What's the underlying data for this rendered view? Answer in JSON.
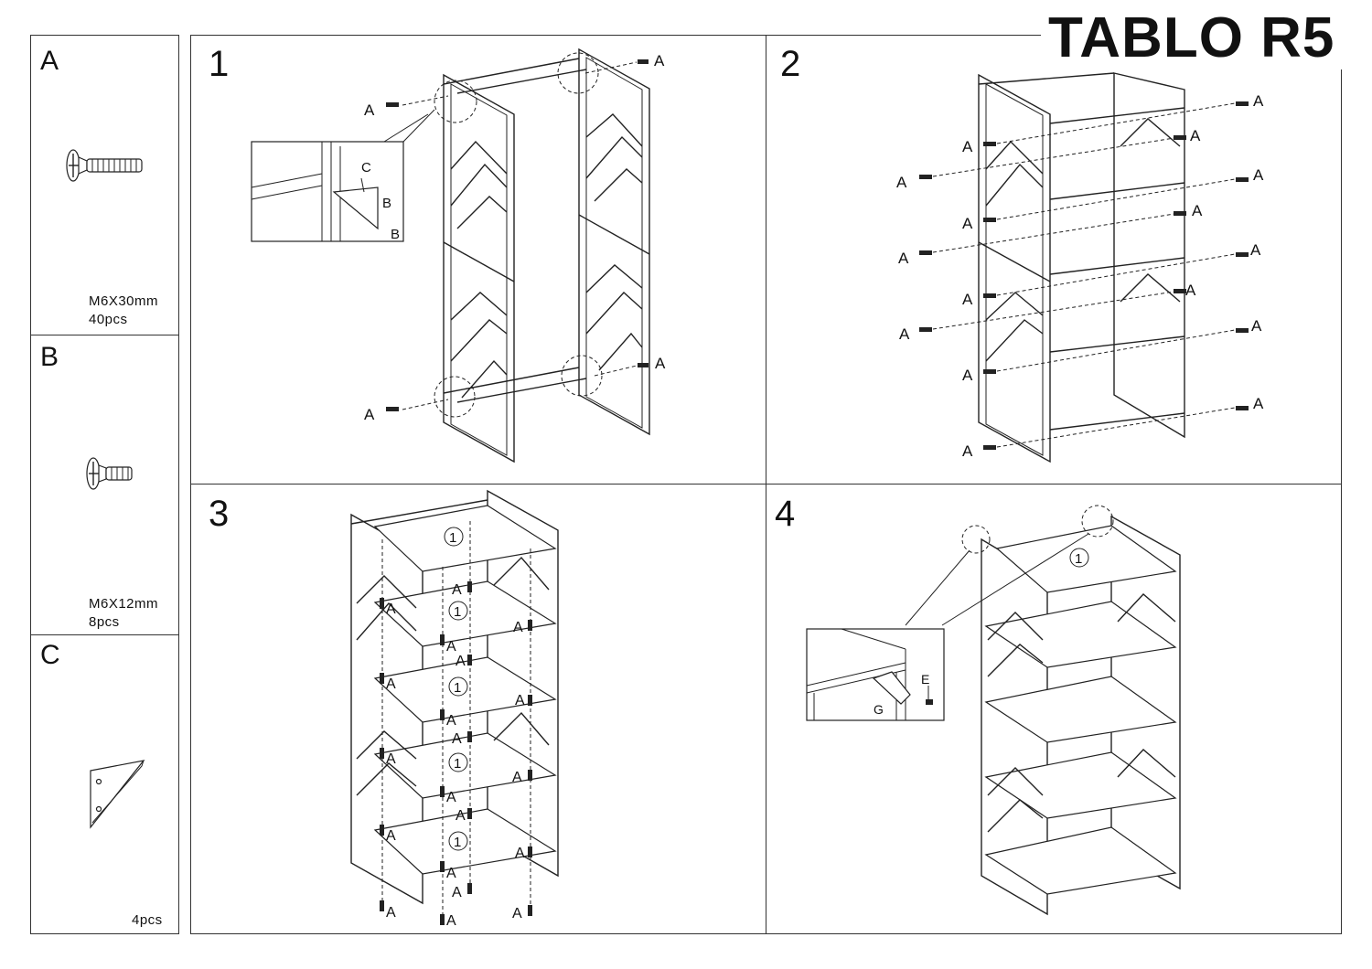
{
  "title": "TABLO R5",
  "parts": [
    {
      "letter": "A",
      "size": "M6X30mm",
      "qty": "40pcs"
    },
    {
      "letter": "B",
      "size": "M6X12mm",
      "qty": "8pcs"
    },
    {
      "letter": "C",
      "size": "",
      "qty": "4pcs"
    }
  ],
  "steps": [
    "1",
    "2",
    "3",
    "4"
  ],
  "callouts": {
    "screw_a": "A",
    "screw_b": "B",
    "bracket_c": "C",
    "anti_tip_e": "E",
    "anti_tip_g": "G",
    "shelf_ref": "1"
  }
}
